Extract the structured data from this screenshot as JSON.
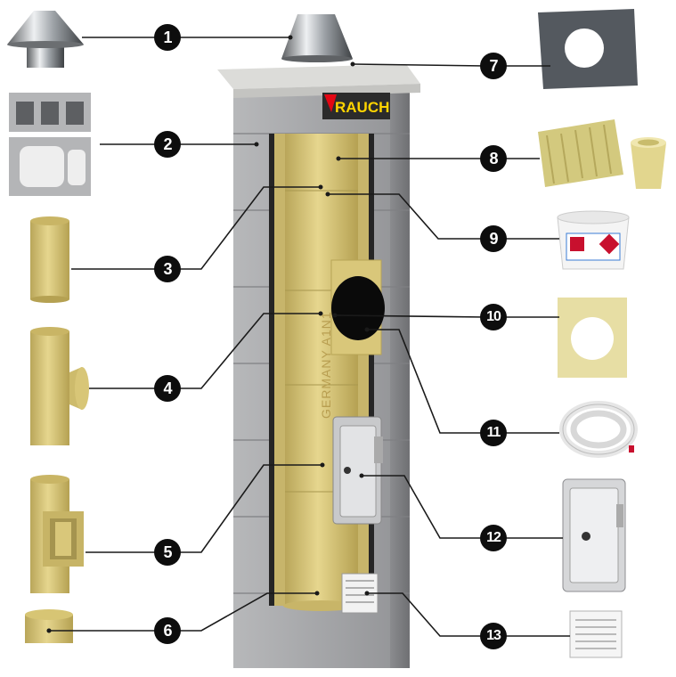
{
  "brand": {
    "logo_text": "RAUCH",
    "pipe_text": "GERMANY A1N1"
  },
  "callouts": [
    "1",
    "2",
    "3",
    "4",
    "5",
    "6",
    "7",
    "8",
    "9",
    "10",
    "11",
    "12",
    "13"
  ],
  "colors": {
    "chimney_block": "#a9aaab",
    "ceramic_pipe": "#d9c77a",
    "badge": "#0d0d0d",
    "brand_red": "#e30613",
    "brand_yellow": "#ffd400"
  },
  "parts_left": [
    "chimney-cap-icon",
    "chimney-block-icon",
    "ceramic-pipe-icon",
    "tee-connector-icon",
    "inspection-tee-icon",
    "condensate-cup-icon"
  ],
  "parts_right": [
    "top-plate-icon",
    "insulation-mat-icon",
    "adhesive-bucket-icon",
    "cover-plate-icon",
    "sealing-rope-icon",
    "cleanout-door-icon",
    "vent-grille-icon"
  ]
}
